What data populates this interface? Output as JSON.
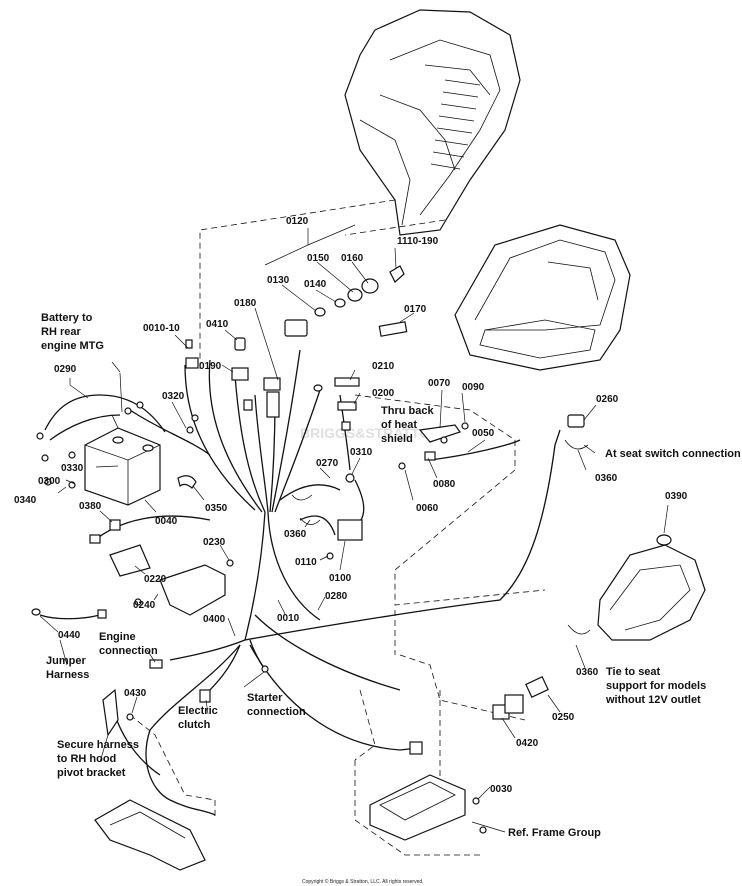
{
  "parts": [
    {
      "id": "p0120",
      "label": "0120"
    },
    {
      "id": "p0150",
      "label": "0150"
    },
    {
      "id": "p0160",
      "label": "0160"
    },
    {
      "id": "p1110",
      "label": "1110-190"
    },
    {
      "id": "p0130",
      "label": "0130"
    },
    {
      "id": "p0140",
      "label": "0140"
    },
    {
      "id": "p0180",
      "label": "0180"
    },
    {
      "id": "p0170",
      "label": "0170"
    },
    {
      "id": "p0010_10",
      "label": "0010-10"
    },
    {
      "id": "p0410",
      "label": "0410"
    },
    {
      "id": "p0190",
      "label": "0190"
    },
    {
      "id": "p0210",
      "label": "0210"
    },
    {
      "id": "p0200",
      "label": "0200"
    },
    {
      "id": "p0070",
      "label": "0070"
    },
    {
      "id": "p0090",
      "label": "0090"
    },
    {
      "id": "p0290",
      "label": "0290"
    },
    {
      "id": "p0320",
      "label": "0320"
    },
    {
      "id": "p0050",
      "label": "0050"
    },
    {
      "id": "p0260",
      "label": "0260"
    },
    {
      "id": "p0330",
      "label": "0330"
    },
    {
      "id": "p0300",
      "label": "0300"
    },
    {
      "id": "p0340",
      "label": "0340"
    },
    {
      "id": "p0310",
      "label": "0310"
    },
    {
      "id": "p0270",
      "label": "0270"
    },
    {
      "id": "p0080",
      "label": "0080"
    },
    {
      "id": "p0360a",
      "label": "0360"
    },
    {
      "id": "p0040",
      "label": "0040"
    },
    {
      "id": "p0350",
      "label": "0350"
    },
    {
      "id": "p0060",
      "label": "0060"
    },
    {
      "id": "p0390",
      "label": "0390"
    },
    {
      "id": "p0380",
      "label": "0380"
    },
    {
      "id": "p0360b",
      "label": "0360"
    },
    {
      "id": "p0230",
      "label": "0230"
    },
    {
      "id": "p0110",
      "label": "0110"
    },
    {
      "id": "p0220",
      "label": "0220"
    },
    {
      "id": "p0100",
      "label": "0100"
    },
    {
      "id": "p0240",
      "label": "0240"
    },
    {
      "id": "p0280",
      "label": "0280"
    },
    {
      "id": "p0400",
      "label": "0400"
    },
    {
      "id": "p0010",
      "label": "0010"
    },
    {
      "id": "p0440",
      "label": "0440"
    },
    {
      "id": "p0360c",
      "label": "0360"
    },
    {
      "id": "p0430",
      "label": "0430"
    },
    {
      "id": "p0250",
      "label": "0250"
    },
    {
      "id": "p0420",
      "label": "0420"
    },
    {
      "id": "p0030",
      "label": "0030"
    }
  ],
  "notes": {
    "battery": [
      "Battery to",
      "RH rear",
      "engine MTG"
    ],
    "heat_shield": [
      "Thru back",
      "of heat",
      "shield"
    ],
    "seat_switch": "At seat switch connection",
    "engine_conn": [
      "Engine",
      "connection"
    ],
    "jumper": [
      "Jumper",
      "Harness"
    ],
    "tie_seat": [
      "Tie to seat",
      "support for models",
      "without 12V outlet"
    ],
    "electric_clutch": [
      "Electric",
      "clutch"
    ],
    "starter": [
      "Starter",
      "connection"
    ],
    "secure_harness": [
      "Secure harness",
      "to RH hood",
      "pivot bracket"
    ],
    "frame_group": "Ref. Frame Group"
  },
  "copyright": "Copyright © Briggs & Stratton, LLC. All rights reserved.",
  "watermark": "BRIGGS&STRATTON"
}
